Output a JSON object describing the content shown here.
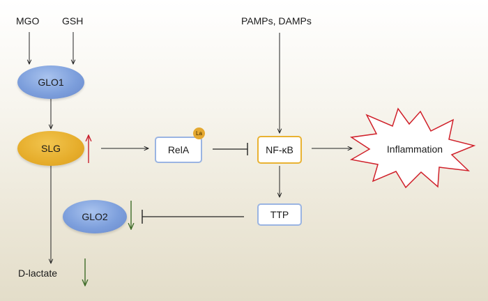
{
  "inputs": {
    "mgo": "MGO",
    "gsh": "GSH",
    "stimuli": "PAMPs, DAMPs"
  },
  "nodes": {
    "glo1": "GLO1",
    "slg": "SLG",
    "rela": "RelA",
    "rela_badge": "La",
    "nfkb": "NF-κB",
    "inflammation": "Inflammation",
    "ttp": "TTP",
    "glo2": "GLO2",
    "dlactate": "D-lactate"
  },
  "colors": {
    "up_arrow": "#c8202e",
    "down_arrow": "#3c6a26",
    "inflammation_outline": "#d0202a",
    "oval_blue": "#7d9fdc",
    "oval_gold": "#e6ad2b",
    "box_blue_border": "#9ab4e2",
    "box_gold_border": "#e9b232"
  }
}
